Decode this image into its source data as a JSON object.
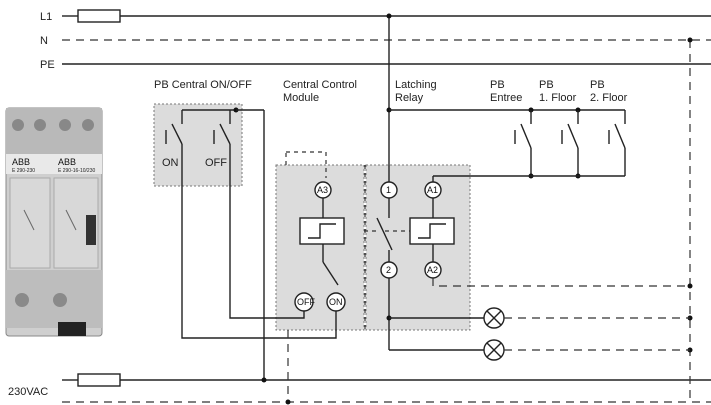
{
  "lines": {
    "l1": "L1",
    "n": "N",
    "pe": "PE",
    "supply": "230VAC"
  },
  "labels": {
    "pb_central": "PB Central ON/OFF",
    "central_control_1": "Central Control",
    "central_control_2": "Module",
    "latching_1": "Latching",
    "latching_2": "Relay",
    "pb_entree_1": "PB",
    "pb_entree_2": "Entree",
    "pb_floor1_1": "PB",
    "pb_floor1_2": "1. Floor",
    "pb_floor2_1": "PB",
    "pb_floor2_2": "2. Floor"
  },
  "switches": {
    "on": "ON",
    "off": "OFF"
  },
  "terminals": {
    "a3": "A3",
    "off": "OFF",
    "on": "ON",
    "t1": "1",
    "t2": "2",
    "a1": "A1",
    "a2": "A2"
  },
  "device": {
    "brand_left": "ABB",
    "brand_right": "ABB",
    "model_left": "E 290-230",
    "model_right": "E 290-16-10/230"
  },
  "colors": {
    "module_fill": "#dcdcdc",
    "line": "#222222"
  }
}
